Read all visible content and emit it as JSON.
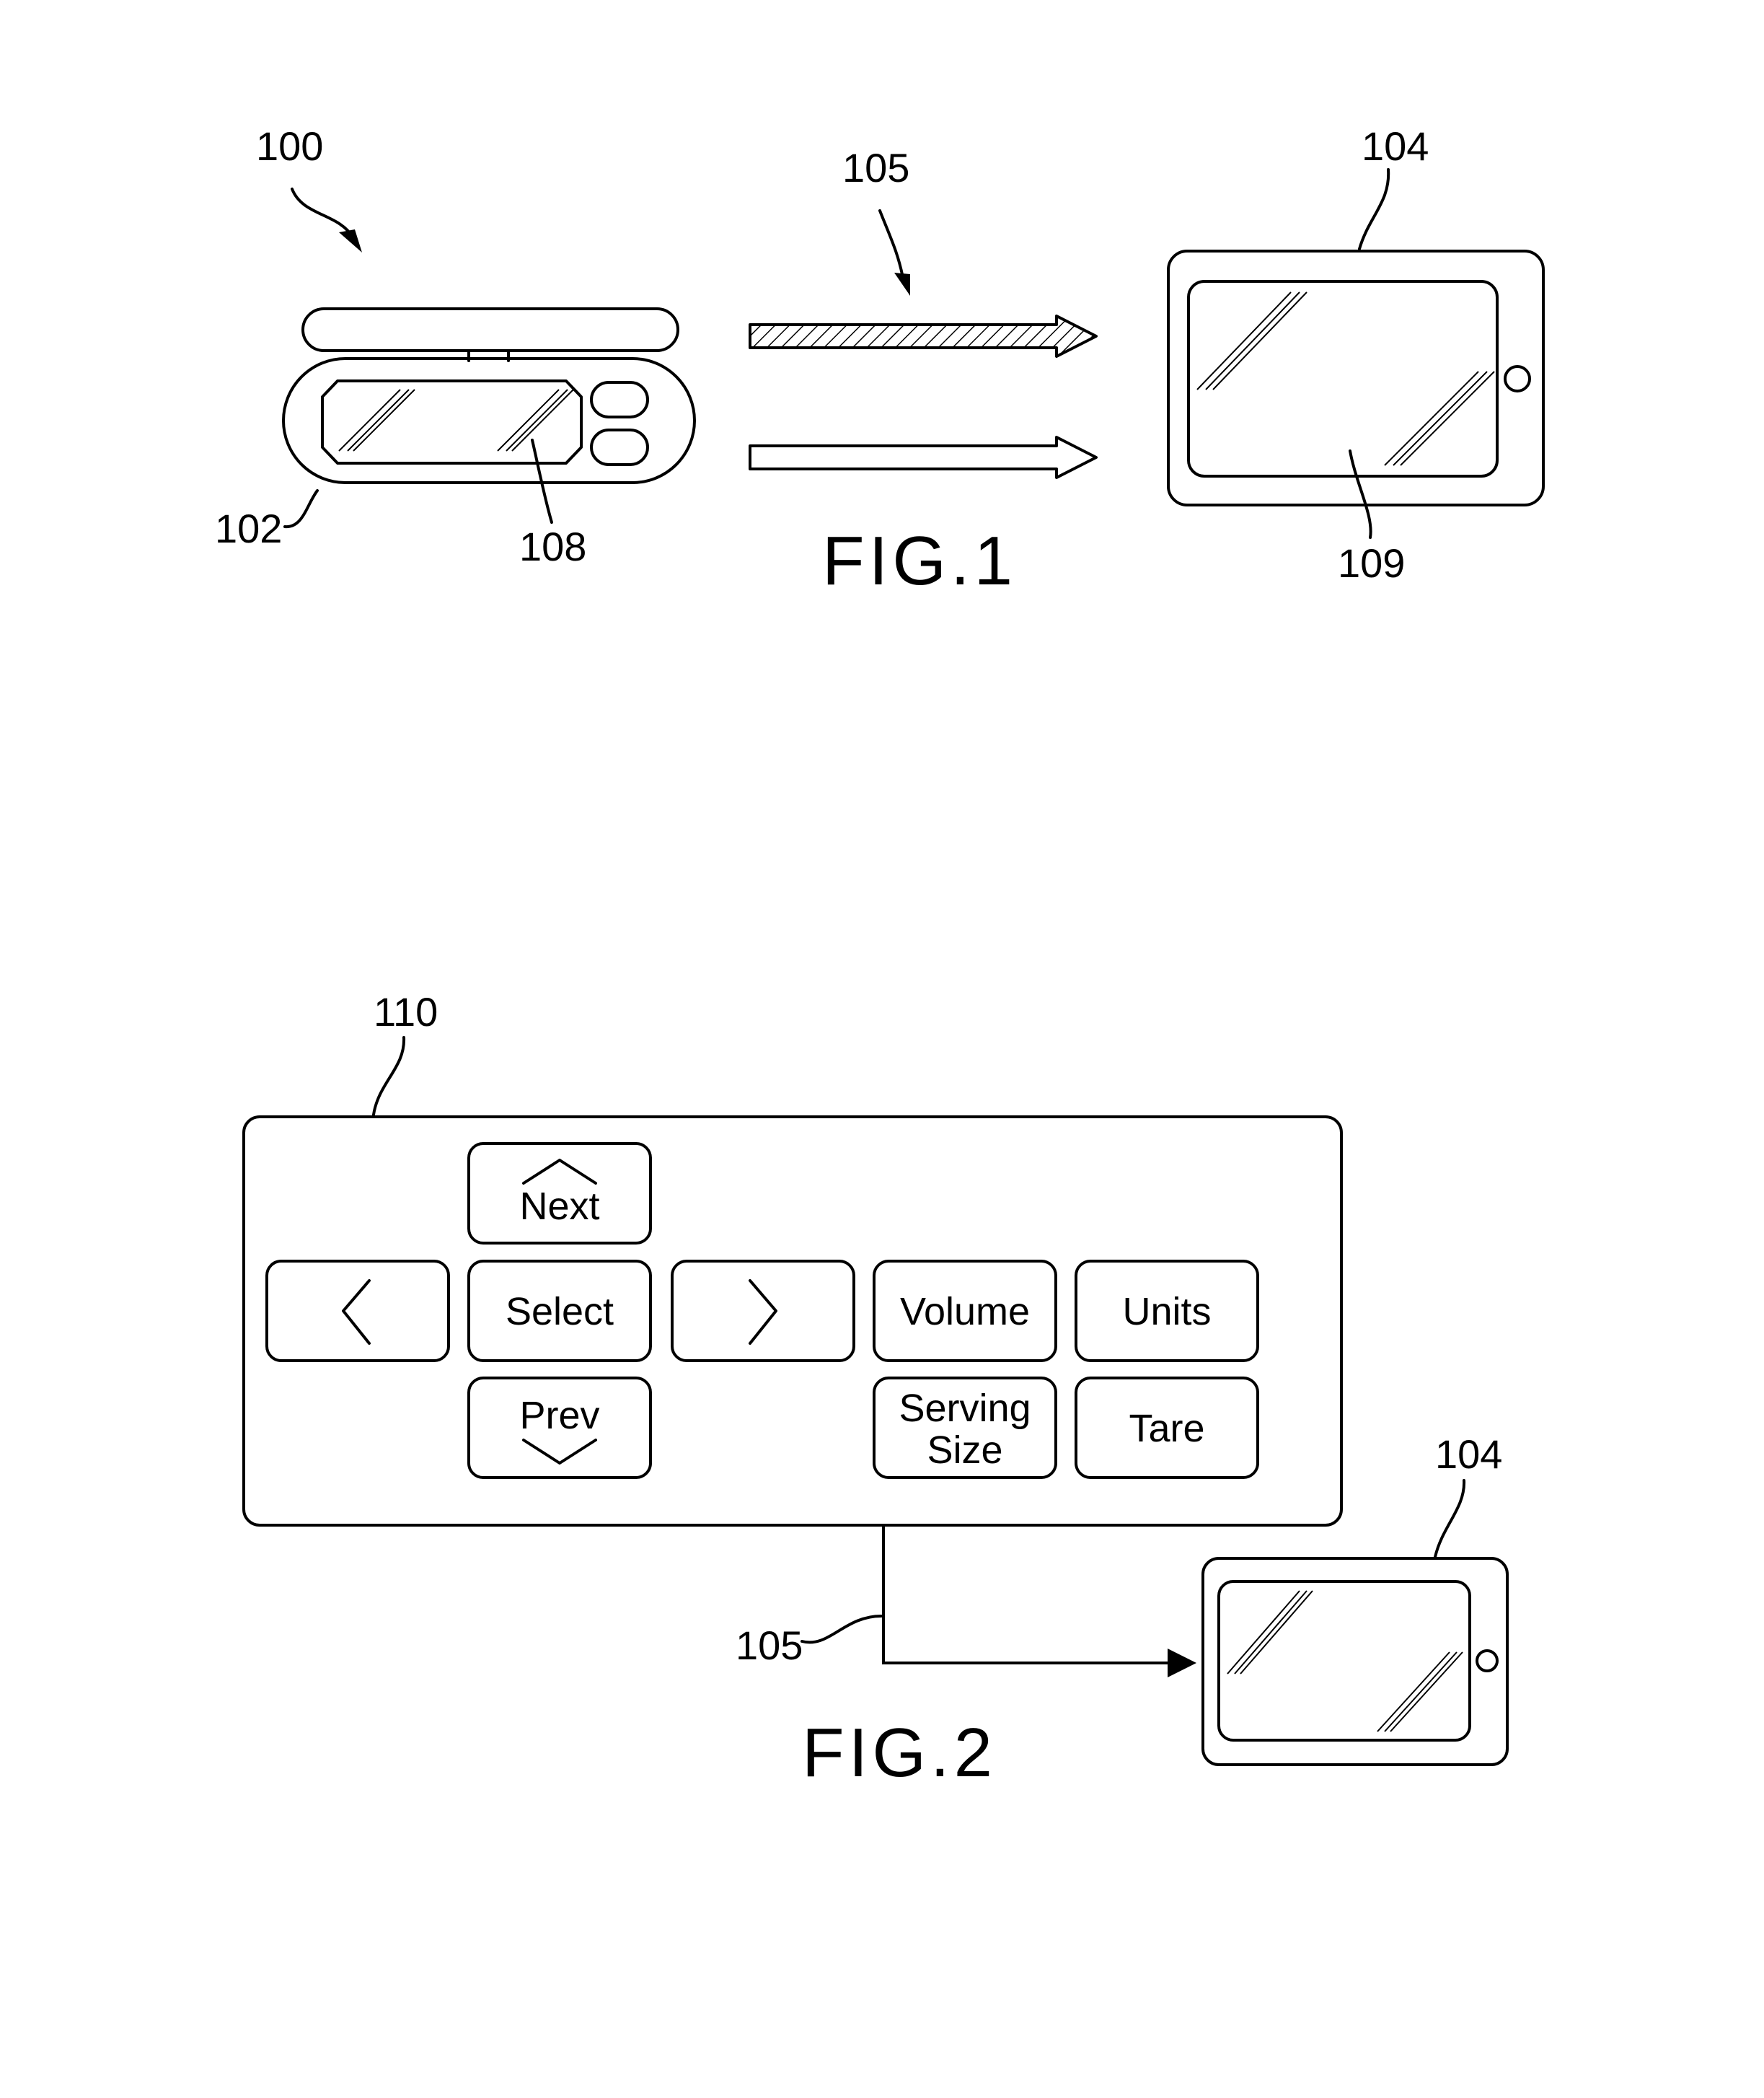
{
  "fig1": {
    "caption": "FIG.1",
    "ref_system": "100",
    "ref_scale": "102",
    "ref_scale_display": "108",
    "ref_link": "105",
    "ref_tablet": "104",
    "ref_tablet_display": "109"
  },
  "fig2": {
    "caption": "FIG.2",
    "ref_keypad": "110",
    "ref_link": "105",
    "ref_tablet": "104",
    "keys": {
      "next": "Next",
      "select": "Select",
      "prev": "Prev",
      "volume": "Volume",
      "units": "Units",
      "serving_line1": "Serving",
      "serving_line2": "Size",
      "tare": "Tare"
    }
  }
}
